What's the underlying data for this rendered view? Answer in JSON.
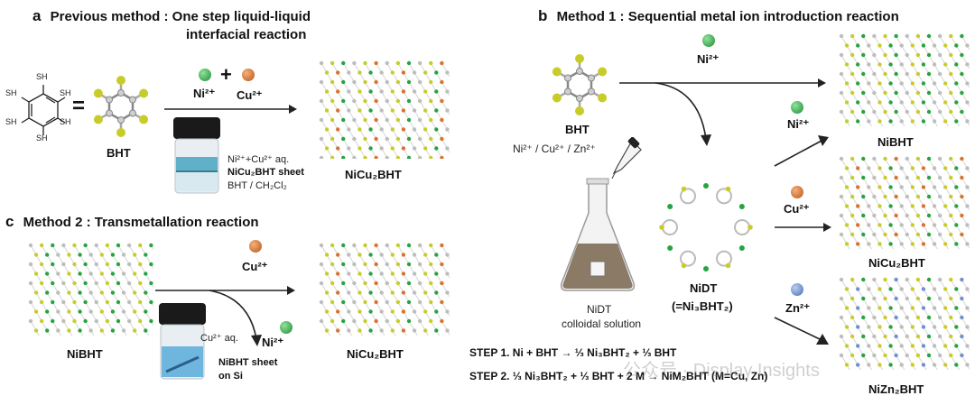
{
  "panel_a": {
    "letter": "a",
    "title_line1": "Previous method : One step liquid-liquid",
    "title_line2": "interfacial reaction",
    "bht_label": "BHT",
    "ion1": "Ni²⁺",
    "plus": "+",
    "ion2": "Cu²⁺",
    "vial_line1": "Ni²⁺+Cu²⁺ aq.",
    "vial_line2": "NiCu₂BHT sheet",
    "vial_line3": "BHT / CH₂Cl₂",
    "product": "NiCu₂BHT",
    "molecule_sh": "SH",
    "equals": "="
  },
  "panel_b": {
    "letter": "b",
    "title": "Method 1 : Sequential metal ion introduction reaction",
    "bht_label": "BHT",
    "ion_top": "Ni²⁺",
    "ions_mix": "Ni²⁺ / Cu²⁺ / Zn²⁺",
    "flask_label1": "NiDT",
    "flask_label2": "colloidal solution",
    "nidt_label": "NiDT",
    "nidt_formula": "(=Ni₃BHT₂)",
    "ion_ni": "Ni²⁺",
    "ion_cu": "Cu²⁺",
    "ion_zn": "Zn²⁺",
    "prod_nibht": "NiBHT",
    "prod_nicu": "NiCu₂BHT",
    "prod_nizn": "NiZn₂BHT",
    "step1": "STEP 1. Ni + BHT → ⅓ Ni₃BHT₂ + ⅓ BHT",
    "step2": "STEP 2. ⅓ Ni₃BHT₂ + ⅓ BHT + 2 M → NiM₂BHT (M=Cu, Zn)"
  },
  "panel_c": {
    "letter": "c",
    "title": "Method 2 : Transmetallation reaction",
    "start": "NiBHT",
    "ion_in": "Cu²⁺",
    "ion_out": "Ni²⁺",
    "vial_line1": "Cu²⁺ aq.",
    "vial_line2": "NiBHT sheet",
    "vial_line3": "on Si",
    "product": "NiCu₂BHT"
  },
  "watermark": "公众号 · Display Insights",
  "colors": {
    "ni": "#27a340",
    "cu": "#d9732c",
    "zn": "#6f8fd0",
    "sulfur": "#c8cc2a",
    "carbon": "#9a9a9a"
  }
}
